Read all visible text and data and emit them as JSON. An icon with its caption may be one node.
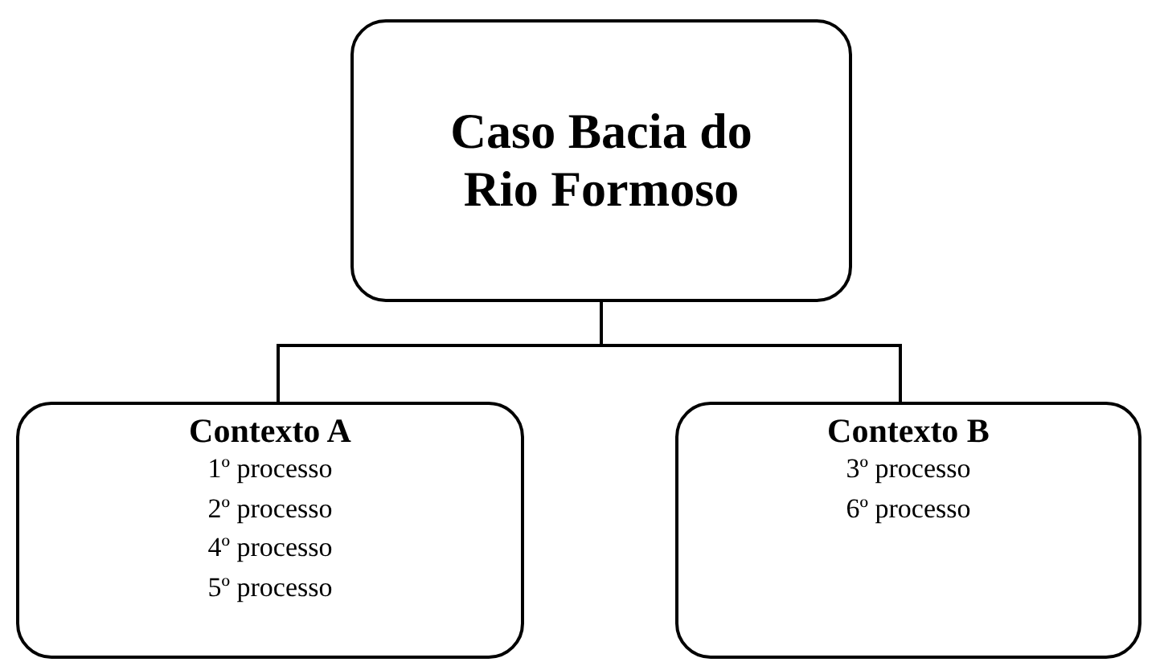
{
  "diagram": {
    "nodes": [
      {
        "text": [
          "Caso Bacia do Rio Formoso"
        ]
      },
      {
        "text": [
          "Contexto A",
          "1º processo",
          "2º processo",
          "4º processo",
          "5º processo"
        ]
      },
      {
        "text": [
          "Contexto B",
          "3º processo",
          "6º processo"
        ]
      }
    ],
    "edges": [
      {
        "from": 0,
        "to": 1,
        "arrow": "none"
      },
      {
        "from": 0,
        "to": 2,
        "arrow": "none"
      }
    ]
  }
}
